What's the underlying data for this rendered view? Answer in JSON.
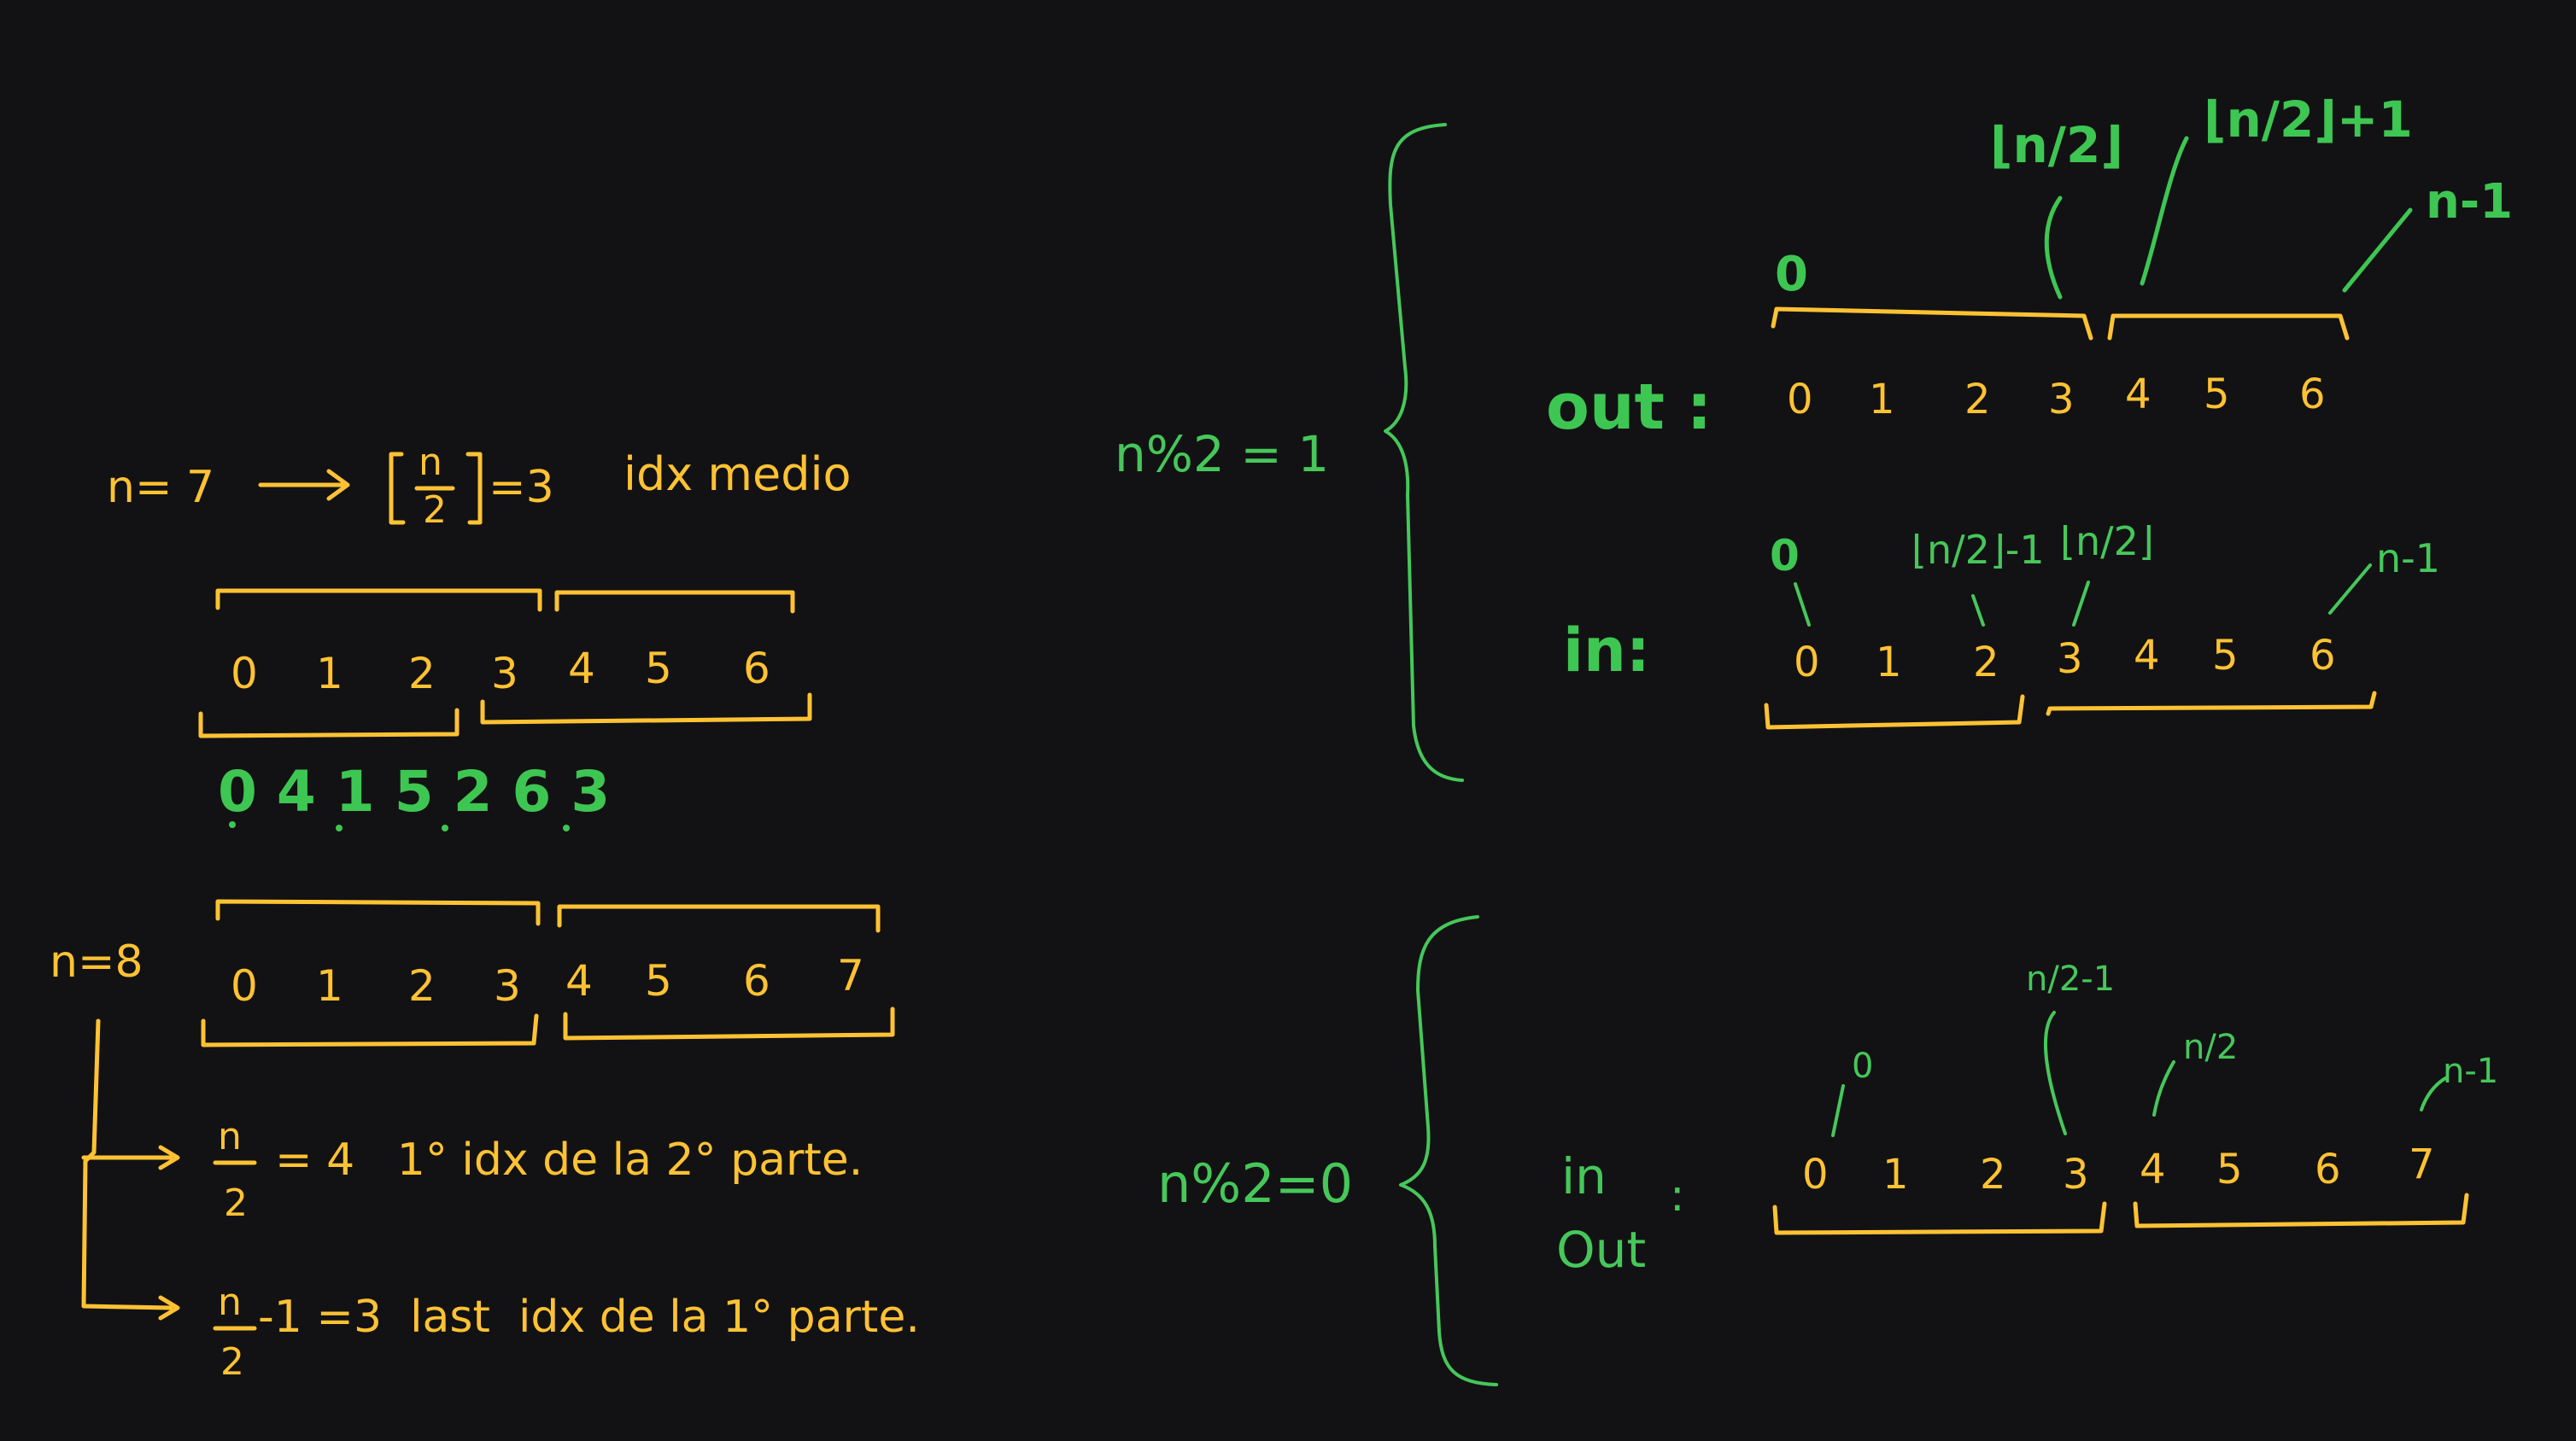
{
  "colors": {
    "background": "#121214",
    "yellow": "#ffc233",
    "green": "#3ec653",
    "green_light": "#46c75a"
  },
  "left": {
    "n7_label": "n= 7",
    "floor_n": "n",
    "floor_2": "2",
    "floor_result": "=3",
    "idx_medio": "idx medio",
    "n7_digits": [
      "0",
      "1",
      "2",
      "3",
      "4",
      "5",
      "6"
    ],
    "output_sequence": "0 4 1 5 2 6 3",
    "n8_label": "n=8",
    "n8_digits": [
      "0",
      "1",
      "2",
      "3",
      "4",
      "5",
      "6",
      "7"
    ],
    "line1_frac_n": "n",
    "line1_frac_2": "2",
    "line1_rest": "= 4   1° idx de la 2° parte.",
    "line2_frac_n": "n",
    "line2_frac_2": "2",
    "line2_rest": "-1 =3  last  idx de la 1° parte."
  },
  "right_top": {
    "case_label": "n%2 = 1",
    "out_label": "out :",
    "out_digits": [
      "0",
      "1",
      "2",
      "3",
      "4",
      "5",
      "6"
    ],
    "out_ann_zero": "0",
    "out_ann_half": "⌊n/2⌋",
    "out_ann_half_plus": "⌊n/2⌋+1",
    "out_ann_last": "n-1",
    "in_label": "in:",
    "in_digits": [
      "0",
      "1",
      "2",
      "3",
      "4",
      "5",
      "6"
    ],
    "in_ann_zero": "0",
    "in_ann_half_minus": "⌊n/2⌋-1",
    "in_ann_half": "⌊n/2⌋",
    "in_ann_last": "n-1"
  },
  "right_bottom": {
    "case_label": "n%2=0",
    "inout_label_in": "in",
    "inout_label_out": "Out",
    "colon": ":",
    "digits": [
      "0",
      "1",
      "2",
      "3",
      "4",
      "5",
      "6",
      "7"
    ],
    "ann_zero": "0",
    "ann_half_minus": "n/2-1",
    "ann_half": "n/2",
    "ann_last": "n-1"
  }
}
